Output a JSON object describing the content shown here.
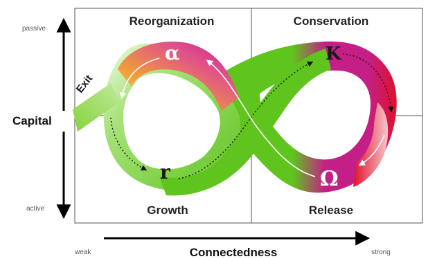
{
  "quadrants": {
    "top_left": "Reorganization",
    "top_right": "Conservation",
    "bottom_left": "Growth",
    "bottom_right": "Release"
  },
  "y_axis": {
    "label": "Capital",
    "top": "passive",
    "bottom": "active"
  },
  "x_axis": {
    "label": "Connectedness",
    "left": "weak",
    "right": "strong"
  },
  "phases": {
    "alpha": "α",
    "k": "K",
    "r": "r",
    "omega": "Ω"
  },
  "exit_label": "Exit",
  "colors": {
    "green": "#5fc41e",
    "light_green": "#c8eeb0",
    "magenta": "#c41f86",
    "orange": "#f0a238",
    "red": "#e1102c"
  }
}
